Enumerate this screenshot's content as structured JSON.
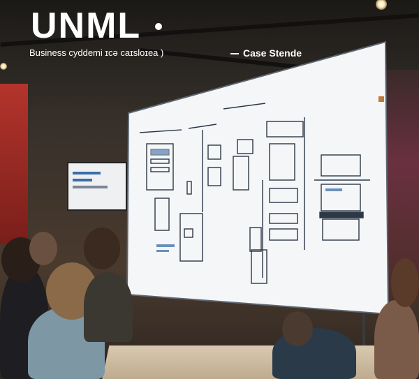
{
  "header": {
    "brand": "UNML",
    "tagline": "Business cyddemi ɪcə caɪsloɪea )",
    "case_label": "Case Stende"
  },
  "colors": {
    "brand_text": "#ffffff",
    "board": "#f4f6f8",
    "board_frame": "#5c6670",
    "diagram_ink": "#2d3846",
    "diagram_accent": "#3b6ea8",
    "left_wall": "#b3342c"
  },
  "icons": {
    "brand_dot": "dot-icon",
    "case_marker": "dash-arrow-icon"
  }
}
